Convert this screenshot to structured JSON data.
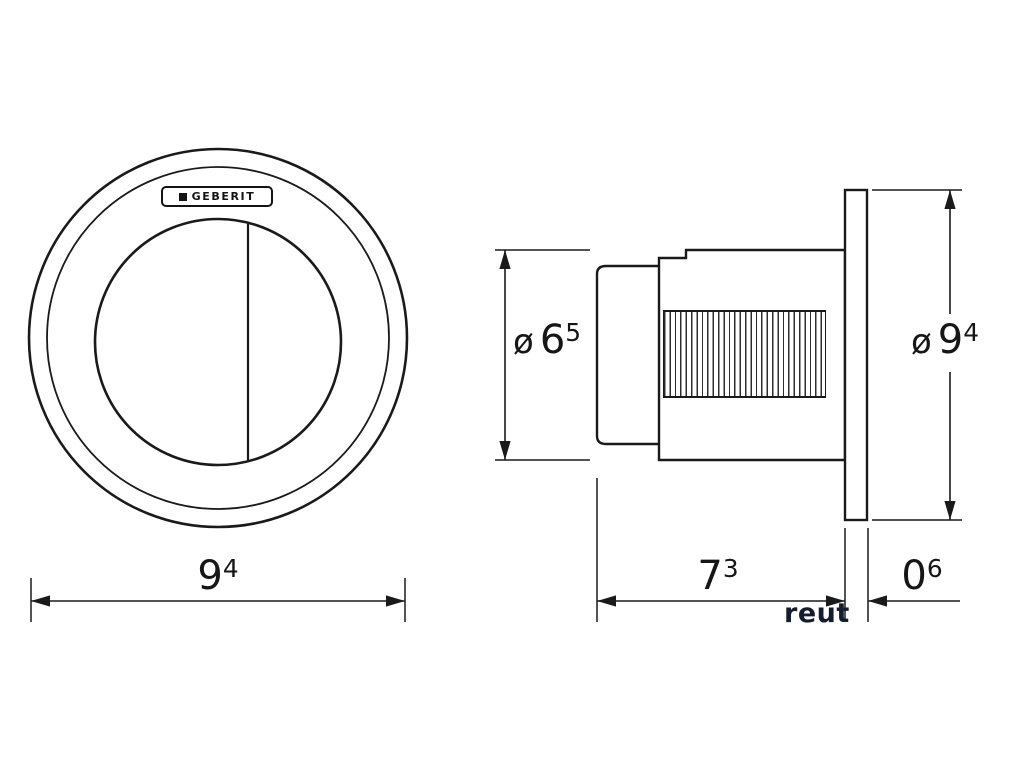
{
  "brand": {
    "logo_text": "GEBERIT"
  },
  "watermark": "reut",
  "dimensions": {
    "front_diameter": {
      "value": "9",
      "sup": "4"
    },
    "button_diameter": {
      "prefix": "ø",
      "value": "6",
      "sup": "5"
    },
    "plate_diameter": {
      "prefix": "ø",
      "value": "9",
      "sup": "4"
    },
    "depth": {
      "value": "7",
      "sup": "3"
    },
    "flange_thickness": {
      "value": "0",
      "sup": "6"
    }
  }
}
